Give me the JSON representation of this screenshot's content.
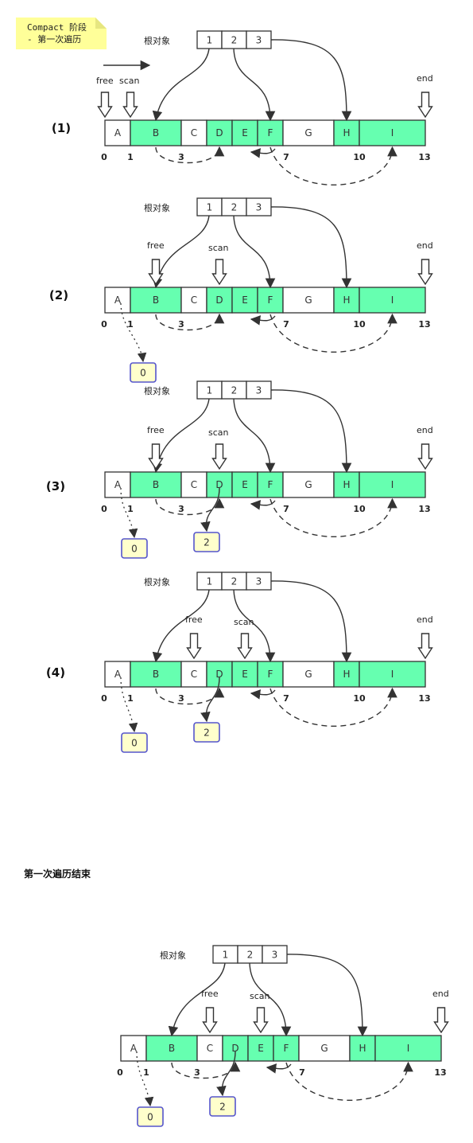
{
  "note": {
    "line1": "Compact 阶段",
    "line2": "- 第一次遍历"
  },
  "root_label": "根对象",
  "roots": [
    "1",
    "2",
    "3"
  ],
  "pointers": {
    "free": "free",
    "scan": "scan",
    "end": "end"
  },
  "cells": [
    {
      "name": "A",
      "live": false
    },
    {
      "name": "B",
      "live": true
    },
    {
      "name": "C",
      "live": false
    },
    {
      "name": "D",
      "live": true
    },
    {
      "name": "E",
      "live": true
    },
    {
      "name": "F",
      "live": true
    },
    {
      "name": "G",
      "live": false
    },
    {
      "name": "H",
      "live": true
    },
    {
      "name": "I",
      "live": true
    }
  ],
  "addresses": [
    "0",
    "1",
    "3",
    "7",
    "10",
    "13"
  ],
  "forwarding": [
    "0",
    "2"
  ],
  "steps": [
    {
      "label": "(1)",
      "free_at": "A",
      "scan_at": "B",
      "forwards": []
    },
    {
      "label": "(2)",
      "free_at": "B",
      "scan_at": "D",
      "forwards": [
        "0"
      ]
    },
    {
      "label": "(3)",
      "free_at": "B",
      "scan_at": "D",
      "forwards": [
        "0",
        "2"
      ]
    },
    {
      "label": "(4)",
      "free_at": "C",
      "scan_at": "E",
      "forwards": [
        "0",
        "2"
      ]
    }
  ],
  "final": {
    "title": "第一次遍历结束",
    "free_at": "C",
    "scan_at": "E",
    "forwards": [
      "0",
      "2"
    ]
  },
  "colors": {
    "live": "#66ffb0",
    "note": "#ffff99",
    "forward_border": "#5555cc",
    "forward_fill": "#ffffcc"
  }
}
